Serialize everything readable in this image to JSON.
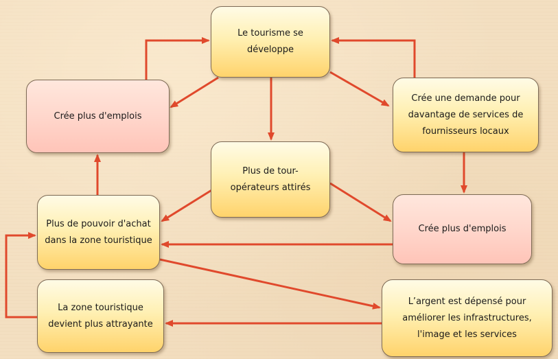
{
  "diagram": {
    "colors": {
      "arrow": "#e0492c",
      "box_yellow_top": "#fff0b3",
      "box_yellow_bottom": "#ffd36b",
      "box_pink": "#ffd7cc",
      "background": "#f3dfc1"
    },
    "nodes": {
      "tourisme": "Le tourisme se développe",
      "emplois_left": "Crée plus d'emplois",
      "demande": "Crée une demande pour davantage de services de fournisseurs locaux",
      "tour_operateurs": "Plus de tour-opérateurs attirés",
      "pouvoir_achat": "Plus de pouvoir d'achat dans la zone touristique",
      "emplois_right": "Crée plus d'emplois",
      "attrayante": "La zone touristique devient plus attrayante",
      "argent": "L’argent est dépensé pour améliorer les infrastructures, l'image et les services"
    },
    "edges": [
      {
        "from": "tourisme",
        "to": "emplois_left"
      },
      {
        "from": "tourisme",
        "to": "tour_operateurs"
      },
      {
        "from": "tourisme",
        "to": "demande"
      },
      {
        "from": "emplois_left",
        "to": "tourisme"
      },
      {
        "from": "demande",
        "to": "tourisme"
      },
      {
        "from": "demande",
        "to": "emplois_right"
      },
      {
        "from": "tour_operateurs",
        "to": "pouvoir_achat"
      },
      {
        "from": "tour_operateurs",
        "to": "emplois_right"
      },
      {
        "from": "emplois_right",
        "to": "pouvoir_achat"
      },
      {
        "from": "pouvoir_achat",
        "to": "emplois_left"
      },
      {
        "from": "pouvoir_achat",
        "to": "argent"
      },
      {
        "from": "argent",
        "to": "attrayante"
      },
      {
        "from": "attrayante",
        "to": "pouvoir_achat"
      }
    ]
  }
}
